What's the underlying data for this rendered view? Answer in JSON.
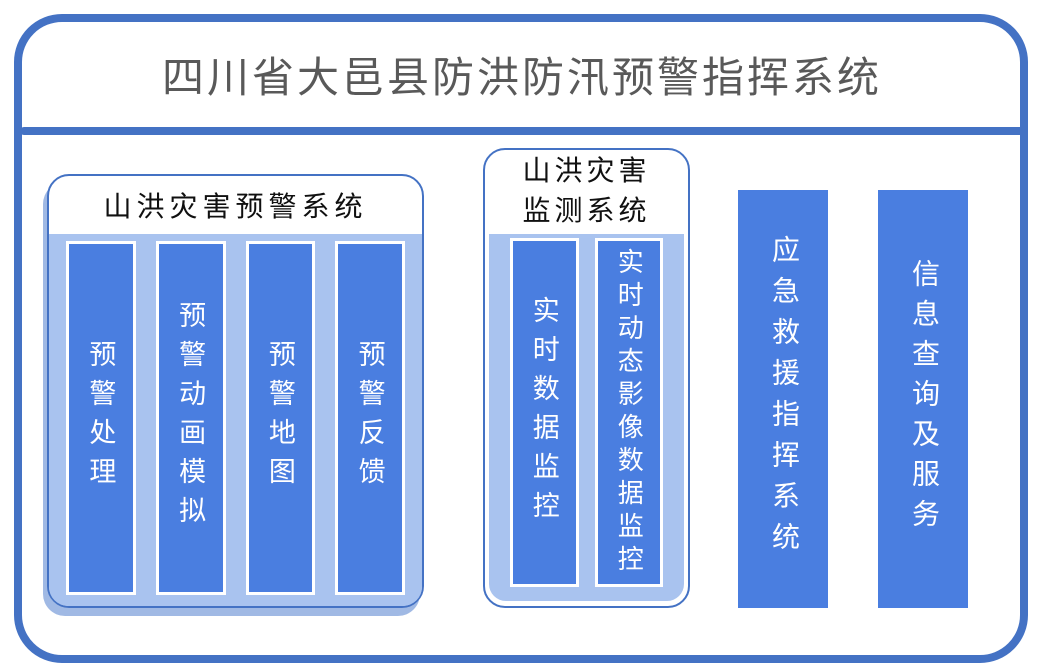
{
  "title": "四川省大邑县防洪防汛预警指挥系统",
  "groups": [
    {
      "title": "山洪灾害预警系统",
      "items": [
        "预警处理",
        "预警动画模拟",
        "预警地图",
        "预警反馈"
      ]
    },
    {
      "title_lines": [
        "山洪灾害",
        "监测系统"
      ],
      "items": [
        "实时数据监控",
        "实时动态影像数据监控"
      ]
    }
  ],
  "standalone": [
    "应急救援指挥系统",
    "信息查询及服务"
  ],
  "colors": {
    "frame_blue": "#4472C4",
    "panel_light_blue": "#A9C3EF",
    "bar_blue": "#4A7EE0",
    "bar_border_white": "#FFFFFF",
    "title_gray": "#595959"
  }
}
